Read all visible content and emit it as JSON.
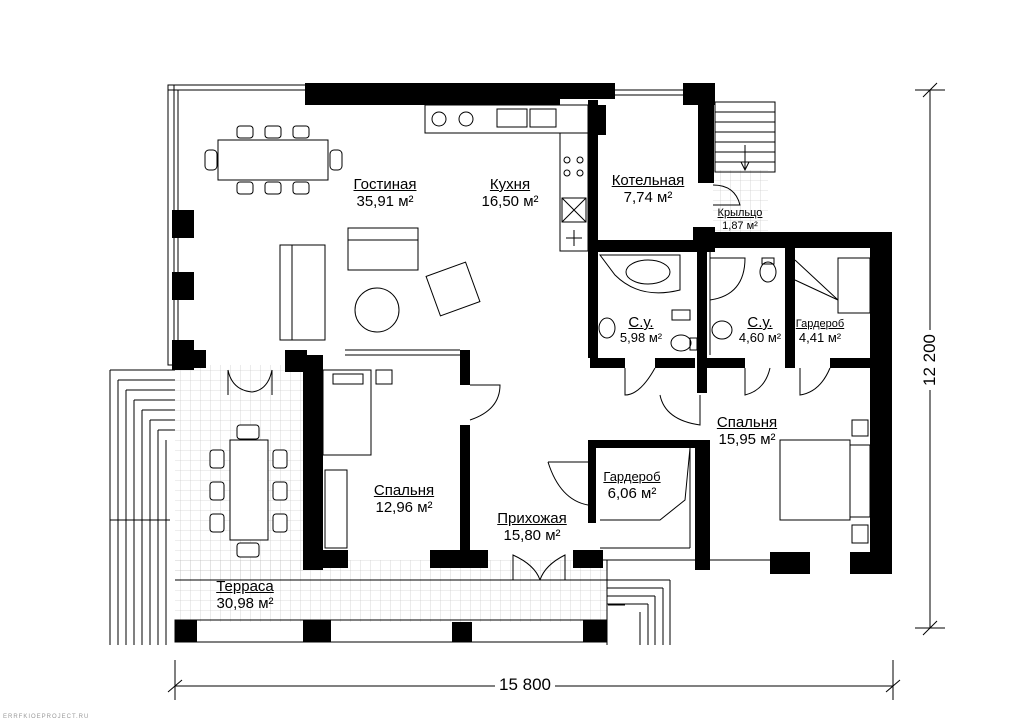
{
  "rooms": {
    "living": {
      "name": "Гостиная",
      "area": "35,91 м²"
    },
    "kitchen": {
      "name": "Кухня",
      "area": "16,50 м²"
    },
    "boiler": {
      "name": "Котельная",
      "area": "7,74 м²"
    },
    "porch": {
      "name": "Крыльцо",
      "area": "1,87 м²"
    },
    "bath1": {
      "name": "С.у.",
      "area": "5,98 м²"
    },
    "bath2": {
      "name": "С.у.",
      "area": "4,60 м²"
    },
    "wardrobe1": {
      "name": "Гардероб",
      "area": "4,41 м²"
    },
    "bedroom1": {
      "name": "Спальня",
      "area": "12,96 м²"
    },
    "hall": {
      "name": "Прихожая",
      "area": "15,80 м²"
    },
    "wardrobe2": {
      "name": "Гардероб",
      "area": "6,06 м²"
    },
    "bedroom2": {
      "name": "Спальня",
      "area": "15,95 м²"
    },
    "terrace": {
      "name": "Терраса",
      "area": "30,98 м²"
    }
  },
  "dimensions": {
    "width": "15 800",
    "height": "12 200"
  },
  "watermark": "ERRFKIOEPROJECT.RU"
}
